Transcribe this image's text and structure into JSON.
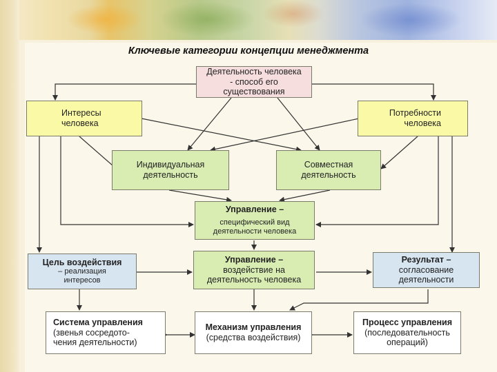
{
  "title": "Ключевые категории концепции менеджмента",
  "boxes": {
    "activity": [
      "Деятельность человека",
      "- способ его",
      "существования"
    ],
    "interests": [
      "Интересы",
      "человека"
    ],
    "needs": [
      "Потребности",
      "человека"
    ],
    "individual": [
      "Индивидуальная",
      "деятельность"
    ],
    "joint": [
      "Совместная",
      "деятельность"
    ],
    "management_specific": [
      "Управление –",
      "специфический вид",
      "деятельности человека"
    ],
    "goal": [
      "Цель воздействия",
      "– реализация",
      "интересов"
    ],
    "management_influence": [
      "Управление –",
      "воздействие на",
      "деятельность человека"
    ],
    "result": [
      "Результат –",
      "согласование",
      "деятельности"
    ],
    "system": [
      "Система управления",
      "(звенья сосредото-",
      "чения деятельности)"
    ],
    "mechanism": [
      "Механизм управления",
      "(средства воздействия)"
    ],
    "process": [
      "Процесс управления",
      "(последовательность",
      "операций)"
    ]
  },
  "colors": {
    "pink": "#f7dede",
    "yellow": "#fafaa6",
    "green": "#d9edb3",
    "blue": "#d7e5f1",
    "white": "#ffffff",
    "arrows": "#333333"
  }
}
